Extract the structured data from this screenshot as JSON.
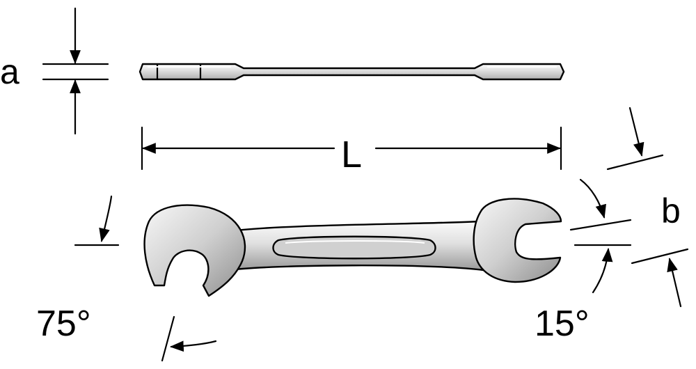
{
  "labels": {
    "thickness": "a",
    "length": "L",
    "opening": "b",
    "angle_left": "75°",
    "angle_right": "15°"
  },
  "colors": {
    "line": "#000000",
    "steel_light": "#f2f2f2",
    "steel_mid": "#c9c9c9",
    "steel_dark": "#8a8a8a",
    "background": "#ffffff"
  }
}
